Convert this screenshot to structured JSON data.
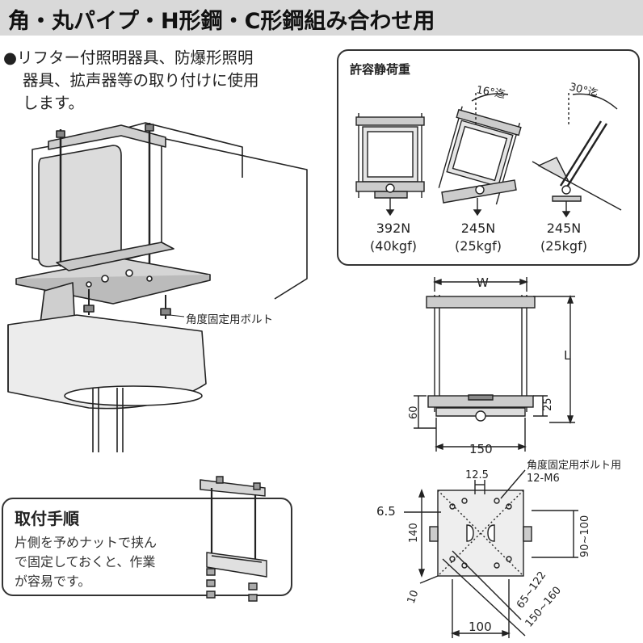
{
  "header": {
    "title": "角・丸パイプ・H形鋼・C形鋼組み合わせ用"
  },
  "description": {
    "bullet": "●",
    "line1": "リフター付照明器具、防爆形照明",
    "line2": "器具、拡声器等の取り付けに使用",
    "line3": "します。"
  },
  "main_figure": {
    "bolt_label": "角度固定用ボルト"
  },
  "allowable_load": {
    "title": "許容静荷重",
    "angle1": "16°迄",
    "angle2": "30°迄",
    "cases": [
      {
        "newton": "392N",
        "kgf": "(40kgf)"
      },
      {
        "newton": "245N",
        "kgf": "(25kgf)"
      },
      {
        "newton": "245N",
        "kgf": "(25kgf)"
      }
    ]
  },
  "procedure": {
    "title": "取付手順",
    "line1": "片側を予めナットで挟ん",
    "line2": "で固定しておくと、作業",
    "line3": "が容易です。"
  },
  "front_view": {
    "w": "W",
    "l": "L",
    "d25": "25",
    "d60": "60",
    "d150": "150"
  },
  "plate_view": {
    "bolt_label1": "角度固定用ボルト用",
    "bolt_label2": "12-M6",
    "d12_5": "12.5",
    "d6_5": "6.5",
    "d140": "140",
    "d90_100": "90~100",
    "d10": "10",
    "d65_122": "65~122",
    "d150_160": "150~160",
    "d100": "100"
  }
}
